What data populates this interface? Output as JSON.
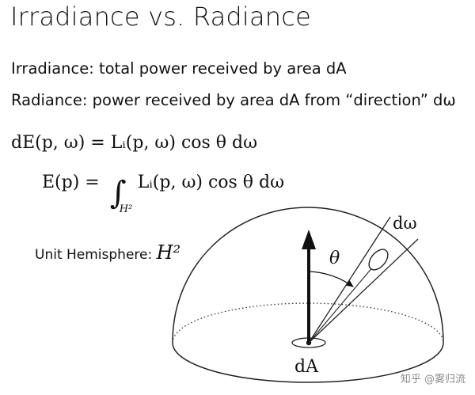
{
  "title": "Irradiance vs. Radiance",
  "definitions": {
    "irradiance": "Irradiance: total power received by area dA",
    "radiance": "Radiance: power received by area dA from “direction” dω"
  },
  "equations": {
    "differential": "dE(p, ω) = Lᵢ(p, ω) cos θ dω",
    "integral_lhs": "E(p) =",
    "integral_sign": "∫",
    "integral_domain": "H²",
    "integral_rhs": "Lᵢ(p, ω) cos θ dω"
  },
  "hemisphere": {
    "label": "Unit Hemisphere:",
    "symbol": "H²"
  },
  "diagram_labels": {
    "solid_angle": "dω",
    "angle": "θ",
    "area": "dA"
  },
  "watermark": "知乎 @雾归流"
}
